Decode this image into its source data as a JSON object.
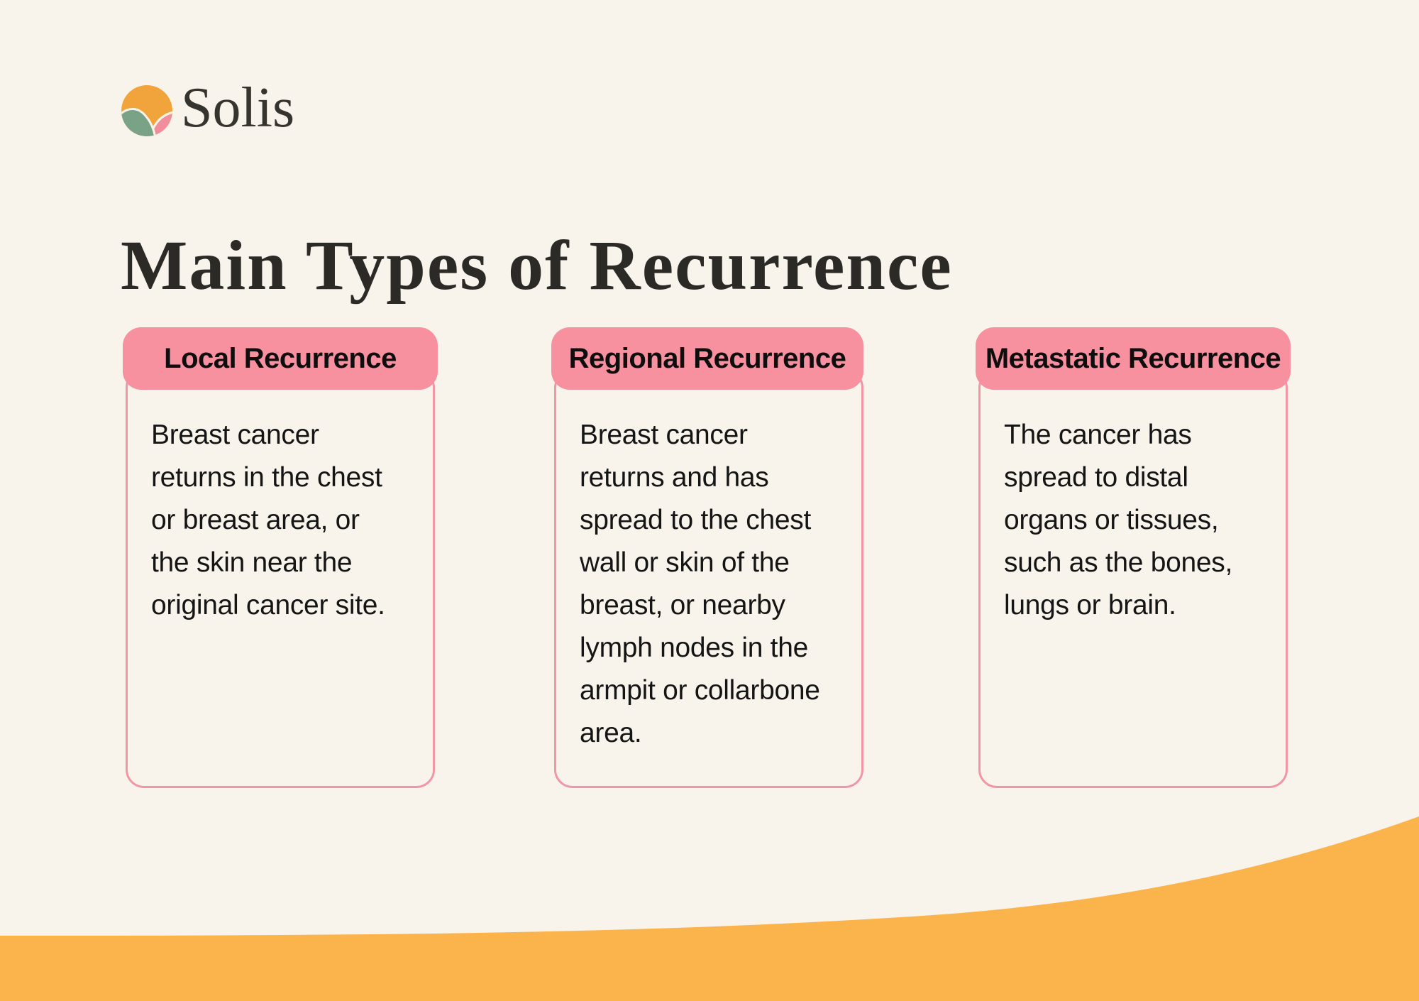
{
  "brand": {
    "name": "Solis"
  },
  "title": "Main Types of Recurrence",
  "cards": [
    {
      "header": "Local Recurrence",
      "body": "Breast cancer\nreturns in the chest\nor breast area, or\nthe skin near the\noriginal cancer site."
    },
    {
      "header": "Regional Recurrence",
      "body": "Breast cancer\nreturns and has\nspread to the chest\nwall or skin of the\nbreast, or nearby\nlymph nodes in the\narmpit or collarbone\narea."
    },
    {
      "header": "Metastatic Recurrence",
      "body": "The cancer has\nspread to distal\norgans or tissues,\nsuch as the bones,\nlungs or brain."
    }
  ],
  "colors": {
    "background": "#F8F4EB",
    "wave_orange": "#FBB34C",
    "card_header_bg": "#F7909F",
    "card_border": "#F295A5",
    "header_text": "#0E0E0E",
    "body_text": "#151515",
    "title_text": "#2B2A26",
    "brand_text": "#35342E",
    "logo_sun": "#F2A43C",
    "logo_hill_green": "#79A287",
    "logo_hill_pink": "#F28E9C"
  }
}
